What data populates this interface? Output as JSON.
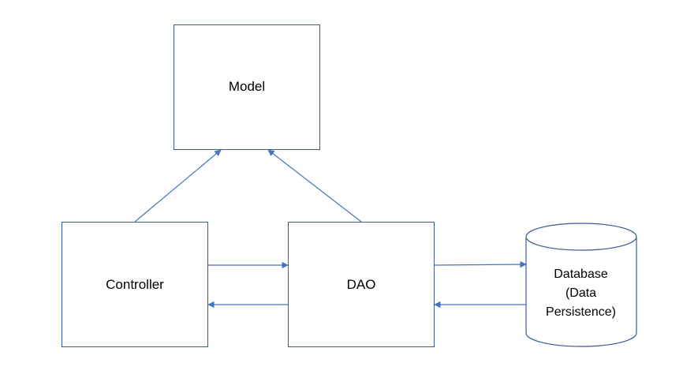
{
  "diagram": {
    "model_label": "Model",
    "controller_label": "Controller",
    "dao_label": "DAO",
    "database_label_lines": [
      "Database",
      "(Data",
      "Persistence)"
    ]
  },
  "colors": {
    "stroke": "#3a5a9a",
    "arrow": "#4472c4"
  }
}
